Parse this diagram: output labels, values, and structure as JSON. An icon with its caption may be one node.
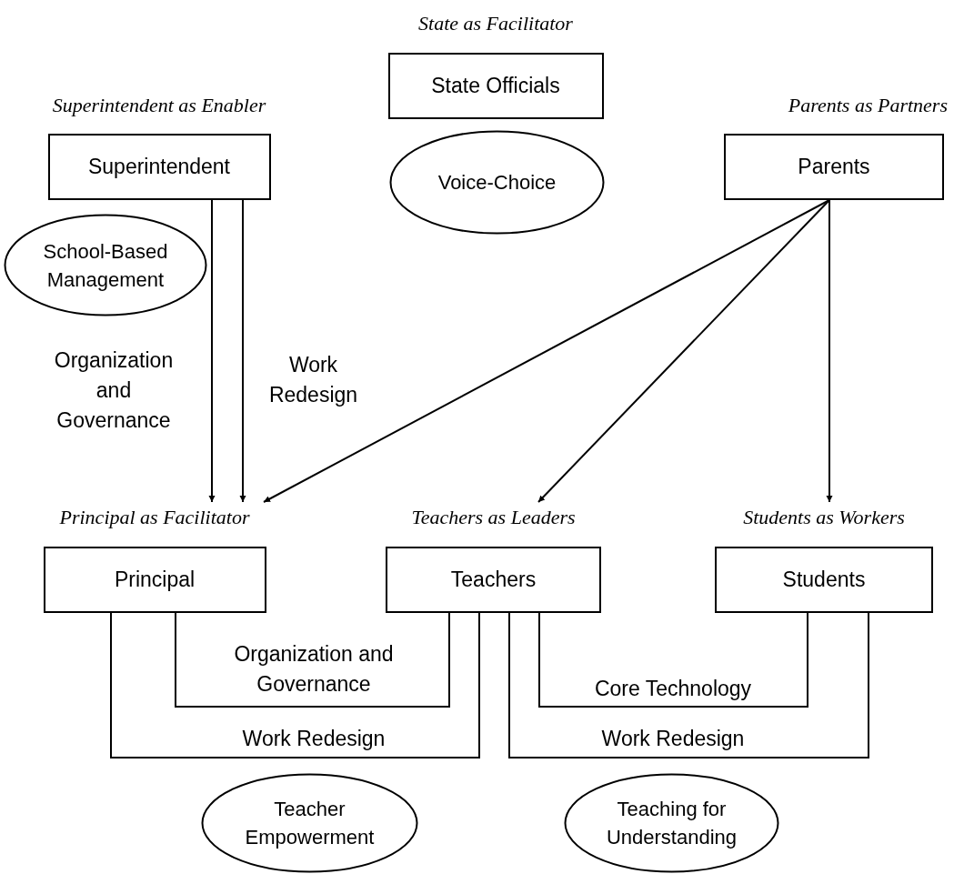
{
  "diagram": {
    "nodes": [
      {
        "text": [
          "State as Facilitator",
          "State Officials"
        ]
      },
      {
        "text": [
          "Voice-Choice"
        ]
      },
      {
        "text": [
          "Superintendent as Enabler",
          "Superintendent"
        ]
      },
      {
        "text": [
          "School-Based Management"
        ]
      },
      {
        "text": [
          "Parents as Partners",
          "Parents"
        ]
      },
      {
        "text": [
          "Principal as Facilitator",
          "Principal"
        ]
      },
      {
        "text": [
          "Teachers as Leaders",
          "Teachers"
        ]
      },
      {
        "text": [
          "Students as Workers",
          "Students"
        ]
      },
      {
        "text": [
          "Teacher Empowerment"
        ]
      },
      {
        "text": [
          "Teaching for Understanding"
        ]
      }
    ],
    "edges": [
      {
        "from": 2,
        "to": 5,
        "arrow": "to",
        "label": "Organization and Governance"
      },
      {
        "from": 2,
        "to": 5,
        "arrow": "to",
        "label": "Work Redesign"
      },
      {
        "from": 4,
        "to": 5,
        "arrow": "to"
      },
      {
        "from": 4,
        "to": 6,
        "arrow": "to"
      },
      {
        "from": 4,
        "to": 7,
        "arrow": "to"
      },
      {
        "from": 5,
        "to": 6,
        "arrow": "none",
        "label": "Organization and Governance"
      },
      {
        "from": 5,
        "to": 6,
        "arrow": "none",
        "label": "Work Redesign"
      },
      {
        "from": 6,
        "to": 7,
        "arrow": "none",
        "label": "Core Technology"
      },
      {
        "from": 6,
        "to": 7,
        "arrow": "none",
        "label": "Work Redesign"
      }
    ]
  }
}
